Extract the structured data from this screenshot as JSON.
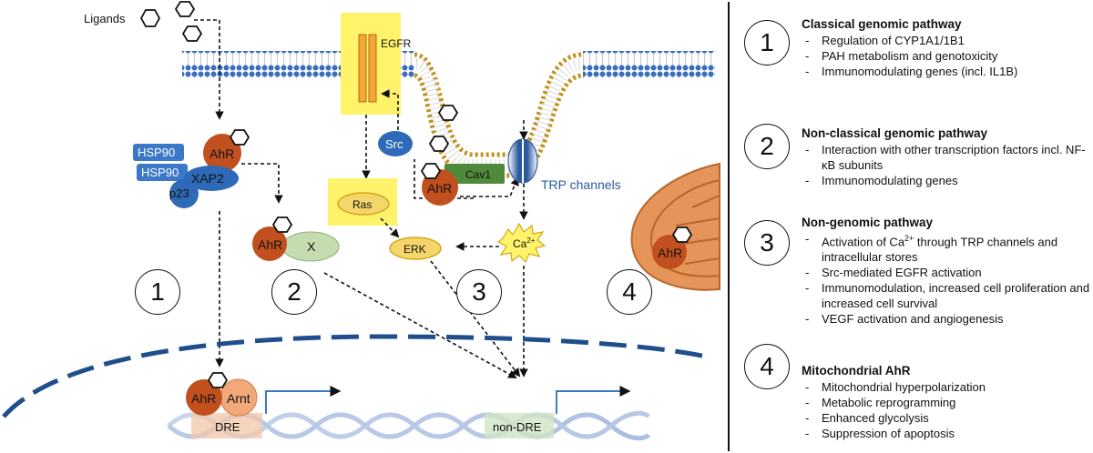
{
  "diagram": {
    "ligands_label": "Ligands",
    "egfr_label": "EGFR",
    "trp_label": "TRP channels",
    "proteins": {
      "hsp90_a": "HSP90",
      "hsp90_b": "HSP90",
      "ahr": "AhR",
      "xap2": "XAP2",
      "p23": "p23",
      "src": "Src",
      "ras": "Ras",
      "erk": "ERK",
      "cav1": "Cav1",
      "x": "X",
      "arnt": "Arnt",
      "ca": "Ca",
      "ca_sup": "2+"
    },
    "dna_labels": {
      "dre": "DRE",
      "non_dre": "non-DRE"
    },
    "pathway_numbers": [
      "1",
      "2",
      "3",
      "4"
    ]
  },
  "panel": {
    "sections": [
      {
        "number": "1",
        "title": "Classical genomic pathway",
        "items": [
          "Regulation of CYP1A1/1B1",
          "PAH metabolism and genotoxicity",
          "Immunomodulating genes (incl. IL1B)"
        ]
      },
      {
        "number": "2",
        "title": "Non-classical genomic pathway",
        "items": [
          "Interaction with other transcription factors incl. NF-κB subunits",
          "Immunomodulating genes"
        ]
      },
      {
        "number": "3",
        "title": "Non-genomic pathway",
        "items_html_first": {
          "pre": "Activation of Ca",
          "sup": "2+",
          "post": " through TRP channels and intracellular stores"
        },
        "items": [
          "Src-mediated EGFR activation",
          "Immunomodulation, increased cell proliferation and increased cell survival",
          "VEGF activation and angiogenesis"
        ]
      },
      {
        "number": "4",
        "title": "Mitochondrial AhR",
        "items": [
          "Mitochondrial hyperpolarization",
          "Metabolic reprogramming",
          "Enhanced glycolysis",
          "Suppression of apoptosis"
        ]
      }
    ]
  },
  "colors": {
    "membrane_blue": "#3a6fbf",
    "membrane_gold": "#c4901c",
    "ahr": "#c1501e",
    "hsp_blue": "#3c78c8",
    "egfr_highlight": "#fff36b",
    "ras_yellow": "#f5d66b",
    "cav1_green": "#4f8a3a",
    "x_green": "#c5dcb0",
    "arnt_peach": "#f2a97a",
    "mito": "#e5945a",
    "nucleus_dash": "#1f4e8c"
  }
}
